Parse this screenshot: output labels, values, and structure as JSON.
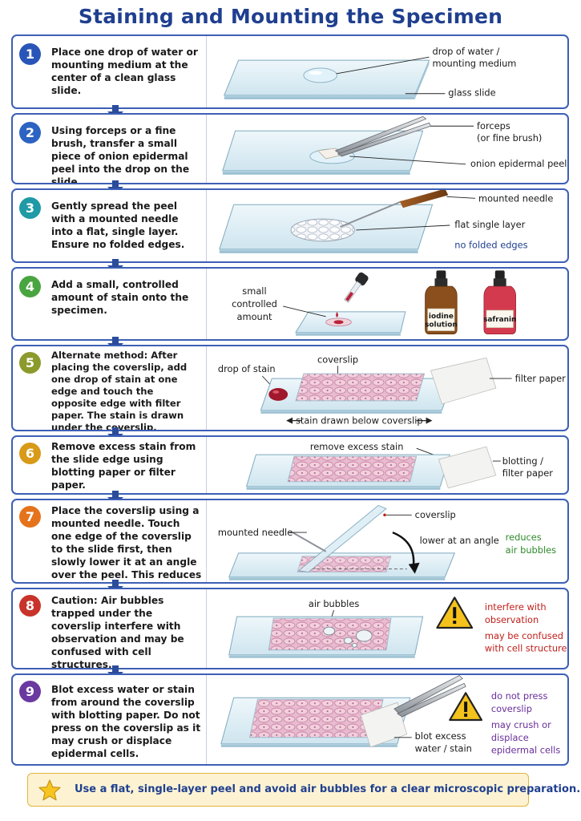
{
  "title": "Staining and Mounting the Specimen",
  "colors": {
    "border": "#3d5fb5",
    "title": "#1f3f8f",
    "step_numbers": [
      "#2a55b8",
      "#2d63c2",
      "#1f9aa6",
      "#49a540",
      "#8c9a2c",
      "#d89a18",
      "#e5731c",
      "#c8342a",
      "#6b3aa0"
    ]
  },
  "icons": [
    "down-arrow-icon",
    "warning-icon",
    "star-icon"
  ],
  "steps": [
    {
      "number": "1",
      "text": "Place one drop of water or mounting medium at the center of a clean glass slide.",
      "labels": {
        "drop": [
          "drop of water /",
          "mounting medium"
        ],
        "slide": "glass slide"
      }
    },
    {
      "number": "2",
      "text": "Using forceps or a fine brush, transfer a small piece of onion epidermal peel into the drop on the slide.",
      "labels": {
        "forceps": [
          "forceps",
          "(or fine brush)"
        ],
        "peel": "onion epidermal peel"
      }
    },
    {
      "number": "3",
      "text": "Gently spread the peel with a mounted needle into a flat, single layer. Ensure no folded edges.",
      "labels": {
        "needle": "mounted needle",
        "layer": "flat single layer",
        "edges": "no folded edges"
      }
    },
    {
      "number": "4",
      "text": "Add a small, controlled amount of stain onto the specimen.",
      "labels": {
        "amount": [
          "small",
          "controlled",
          "amount"
        ],
        "iodine": [
          "iodine",
          "solution"
        ],
        "safranin": "safranin"
      }
    },
    {
      "number": "5",
      "text": "Alternate method: After placing the coverslip, add one drop of stain at one edge and touch the opposite edge with filter paper. The stain is drawn under the coverslip.",
      "labels": {
        "drop": "drop of stain",
        "coverslip": "coverslip",
        "filter": "filter paper",
        "drawn": "stain drawn below coverslip"
      }
    },
    {
      "number": "6",
      "text": "Remove excess stain from the slide edge using blotting paper or filter paper.",
      "labels": {
        "remove": "remove excess stain",
        "blotting": [
          "blotting /",
          "filter paper"
        ]
      }
    },
    {
      "number": "7",
      "text": "Place the coverslip using a mounted needle. Touch one edge of the coverslip to the slide first, then slowly lower it at an angle over the peel. This reduces air bubbles.",
      "labels": {
        "coverslip": "coverslip",
        "needle": "mounted needle",
        "angle": "lower at an angle",
        "reduces": [
          "reduces",
          "air bubbles"
        ]
      }
    },
    {
      "number": "8",
      "text": "Caution: Air bubbles trapped under the coverslip interfere with observation and may be confused with cell structures.",
      "labels": {
        "bubbles": "air bubbles",
        "interfere": [
          "interfere with",
          "observation"
        ],
        "confused": [
          "may be confused",
          "with cell structures"
        ]
      }
    },
    {
      "number": "9",
      "text": "Blot excess water or stain from around the coverslip with blotting paper. Do not press on the coverslip as it may crush or displace epidermal cells.",
      "labels": {
        "blot": [
          "blot excess",
          "water / stain"
        ],
        "nopress": [
          "do not press",
          "coverslip"
        ],
        "crush": [
          "may crush or",
          "displace",
          "epidermal cells"
        ]
      }
    }
  ],
  "footer": "Use a flat, single-layer peel and avoid air bubbles for a clear microscopic preparation."
}
